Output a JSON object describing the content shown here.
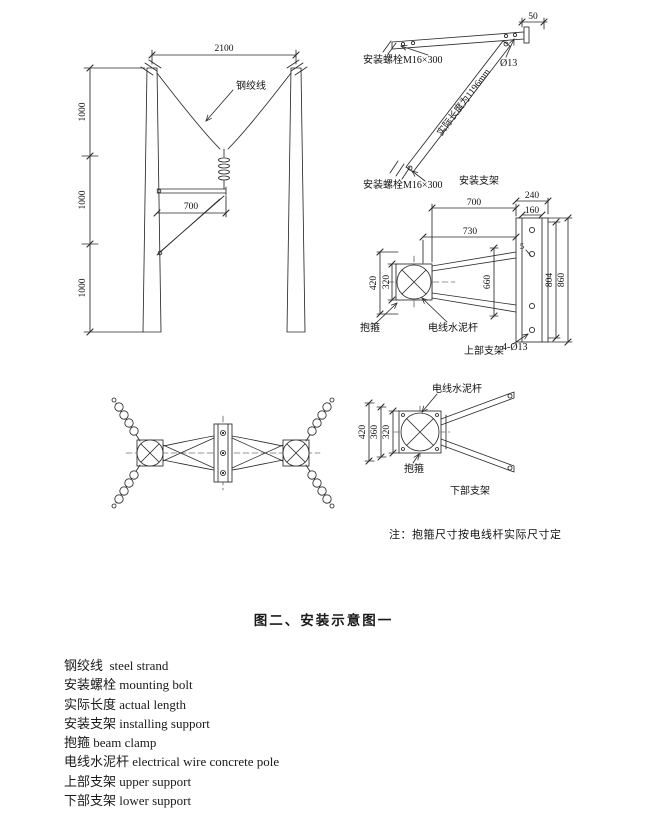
{
  "colors": {
    "ink": "#2a2a2a",
    "background": "#ffffff"
  },
  "elevation_view": {
    "dim_span": "2100",
    "dim_height_1": "1000",
    "dim_height_2": "1000",
    "dim_height_3": "1000",
    "dim_bracket": "700",
    "label_steel_strand": "钢绞线"
  },
  "support_view": {
    "dim_end": "50",
    "label_hole": "Ø13",
    "label_bolt_top": "安装螺栓M16×300",
    "label_bolt_bottom": "安装螺栓M16×300",
    "label_actual_length": "实际长度为1196mm",
    "label_name": "安装支架"
  },
  "upper_detail": {
    "dim_700": "700",
    "dim_730": "730",
    "dim_240": "240",
    "dim_160": "160",
    "dim_420": "420",
    "dim_320": "320",
    "dim_660": "660",
    "dim_804": "804",
    "dim_860": "860",
    "dim_5": "5",
    "label_clamp": "抱箍",
    "label_pole": "电线水泥杆",
    "label_name": "上部支架",
    "label_holes": "4-Ø13"
  },
  "lower_detail": {
    "dim_420": "420",
    "dim_360": "360",
    "dim_320": "320",
    "label_pole": "电线水泥杆",
    "label_clamp": "抱箍",
    "label_name": "下部支架"
  },
  "figure": {
    "note": "注：抱箍尺寸按电线杆实际尺寸定",
    "caption": "图二、安装示意图一"
  },
  "legend": {
    "items": [
      "钢绞线  steel strand",
      "安装螺栓 mounting bolt",
      "实际长度 actual length",
      "安装支架 installing support",
      "抱箍 beam clamp",
      "电线水泥杆 electrical wire concrete pole",
      "上部支架 upper support",
      "下部支架 lower support"
    ]
  }
}
